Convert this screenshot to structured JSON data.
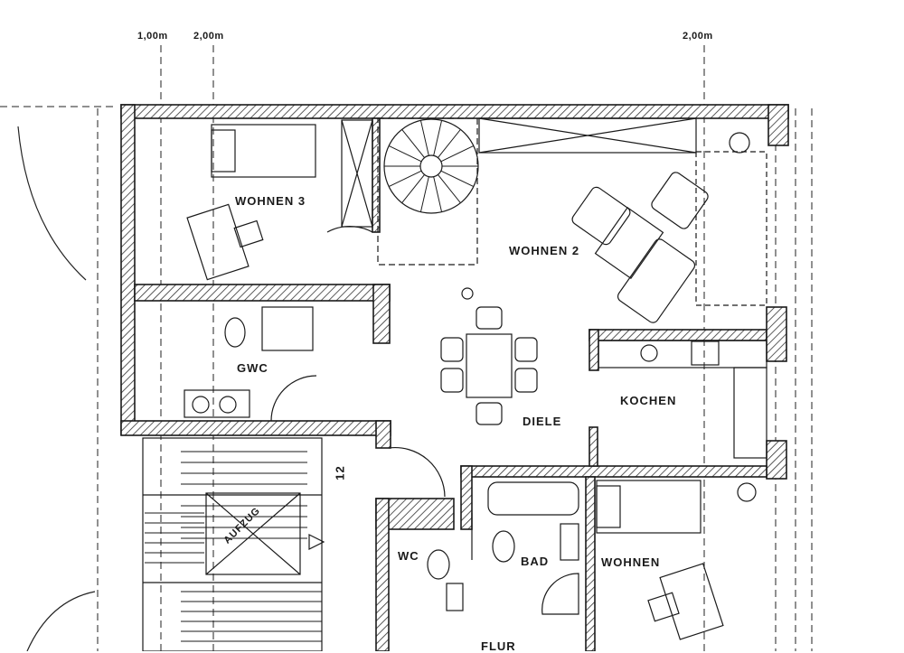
{
  "dimensions": {
    "d1": "1,00m",
    "d2": "2,00m",
    "d3": "2,00m"
  },
  "rooms": {
    "wohnen3": "WOHNEN 3",
    "wohnen2": "WOHNEN 2",
    "gwc": "GWC",
    "kochen": "KOCHEN",
    "diele": "DIELE",
    "wc": "WC",
    "bad": "BAD",
    "wohnen": "WOHNEN",
    "flur": "FLUR"
  },
  "stair": {
    "aufzug": "AUFZUG",
    "step_count": "12"
  },
  "colors": {
    "line": "#1a1a1a",
    "hatch": "#333333",
    "background": "#ffffff"
  }
}
